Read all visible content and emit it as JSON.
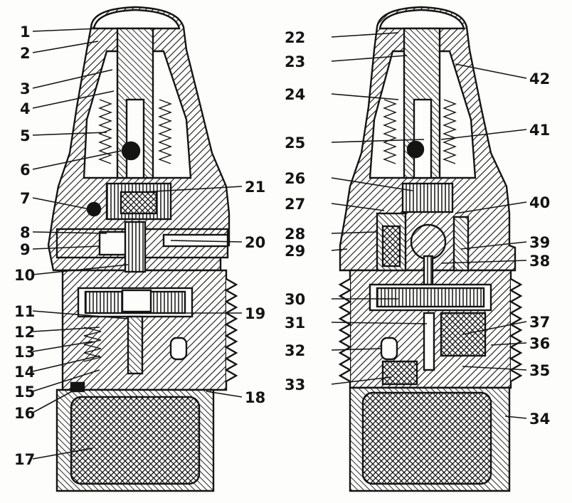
{
  "figure": {
    "left_labels": [
      "1",
      "2",
      "3",
      "4",
      "5",
      "6",
      "7",
      "8",
      "9",
      "10",
      "11",
      "12",
      "13",
      "14",
      "15",
      "16",
      "17"
    ],
    "center_left_labels": [
      "21",
      "20",
      "19",
      "18"
    ],
    "center_right_labels": [
      "22",
      "23",
      "24",
      "25",
      "26",
      "27",
      "28",
      "29",
      "30",
      "31",
      "32",
      "33"
    ],
    "right_labels": [
      "42",
      "41",
      "40",
      "39",
      "38",
      "37",
      "36",
      "35",
      "34"
    ]
  },
  "colors": {
    "ink": "#141414",
    "paper": "#fdfdfb"
  }
}
